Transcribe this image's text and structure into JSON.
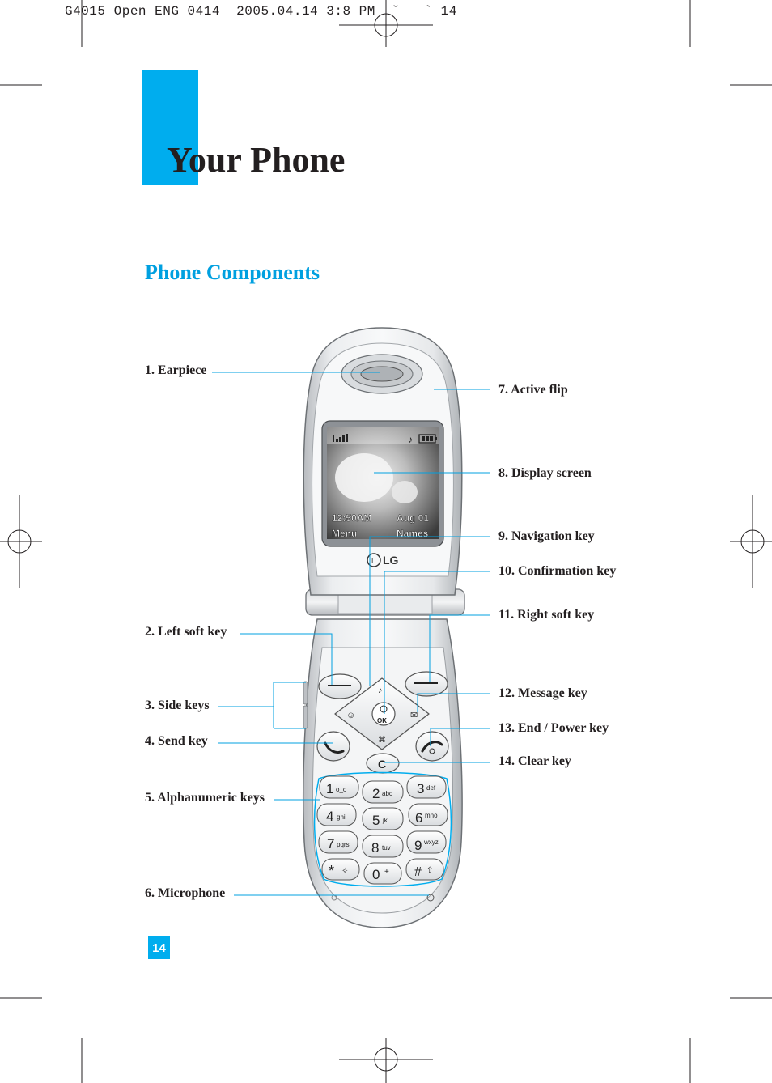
{
  "header": {
    "print_slug": "G4015 Open ENG 0414  2005.04.14 3:8 PM  ˘   ` 14"
  },
  "page": {
    "title": "Your Phone",
    "section_title": "Phone Components",
    "page_number": "14"
  },
  "labels": {
    "earpiece": "1. Earpiece",
    "left_soft_key": "2. Left soft key",
    "side_keys": "3. Side keys",
    "send_key": "4. Send key",
    "alphanumeric_keys": "5. Alphanumeric keys",
    "microphone": "6. Microphone",
    "active_flip": "7. Active flip",
    "display_screen": "8. Display screen",
    "navigation_key": "9. Navigation key",
    "confirmation_key": "10. Confirmation key",
    "right_soft_key": "11. Right soft key",
    "message_key": "12. Message key",
    "end_power_key": "13. End / Power key",
    "clear_key": "14. Clear key"
  },
  "phone_screen": {
    "time": "12:50AM",
    "date": "Aug 01",
    "left_softkey": "Menu",
    "right_softkey": "Names"
  },
  "phone_brand": "LG",
  "keypad": {
    "ok": "OK",
    "clear": "C",
    "keys": [
      {
        "digit": "1",
        "letters": "ᴏ_ᴏ"
      },
      {
        "digit": "2",
        "letters": "abc"
      },
      {
        "digit": "3",
        "letters": "def"
      },
      {
        "digit": "4",
        "letters": "ghi"
      },
      {
        "digit": "5",
        "letters": "jkl"
      },
      {
        "digit": "6",
        "letters": "mno"
      },
      {
        "digit": "7",
        "letters": "pqrs"
      },
      {
        "digit": "8",
        "letters": "tuv"
      },
      {
        "digit": "9",
        "letters": "wxyz"
      },
      {
        "digit": "*",
        "letters": ""
      },
      {
        "digit": "0",
        "letters": "+"
      },
      {
        "digit": "#",
        "letters": ""
      }
    ]
  },
  "colors": {
    "accent": "#00adee",
    "leader_line": "#00a0e0",
    "text": "#231f20"
  }
}
